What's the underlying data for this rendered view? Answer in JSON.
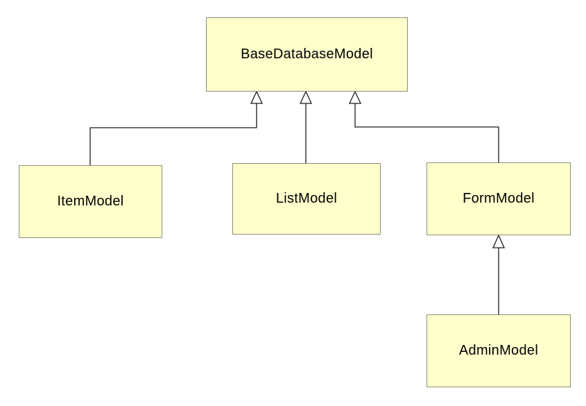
{
  "diagram": {
    "type": "uml-class-diagram",
    "classes": [
      {
        "id": "base",
        "label": "BaseDatabaseModel"
      },
      {
        "id": "item",
        "label": "ItemModel"
      },
      {
        "id": "list",
        "label": "ListModel"
      },
      {
        "id": "form",
        "label": "FormModel"
      },
      {
        "id": "admin",
        "label": "AdminModel"
      }
    ],
    "relationships": [
      {
        "from": "ItemModel",
        "to": "BaseDatabaseModel",
        "type": "generalization"
      },
      {
        "from": "ListModel",
        "to": "BaseDatabaseModel",
        "type": "generalization"
      },
      {
        "from": "FormModel",
        "to": "BaseDatabaseModel",
        "type": "generalization"
      },
      {
        "from": "AdminModel",
        "to": "FormModel",
        "type": "generalization"
      }
    ],
    "colors": {
      "node_fill": "#ffffcc",
      "node_border": "#8c8c78",
      "line": "#1a1a1a",
      "text": "#000000",
      "background": "#ffffff"
    }
  }
}
